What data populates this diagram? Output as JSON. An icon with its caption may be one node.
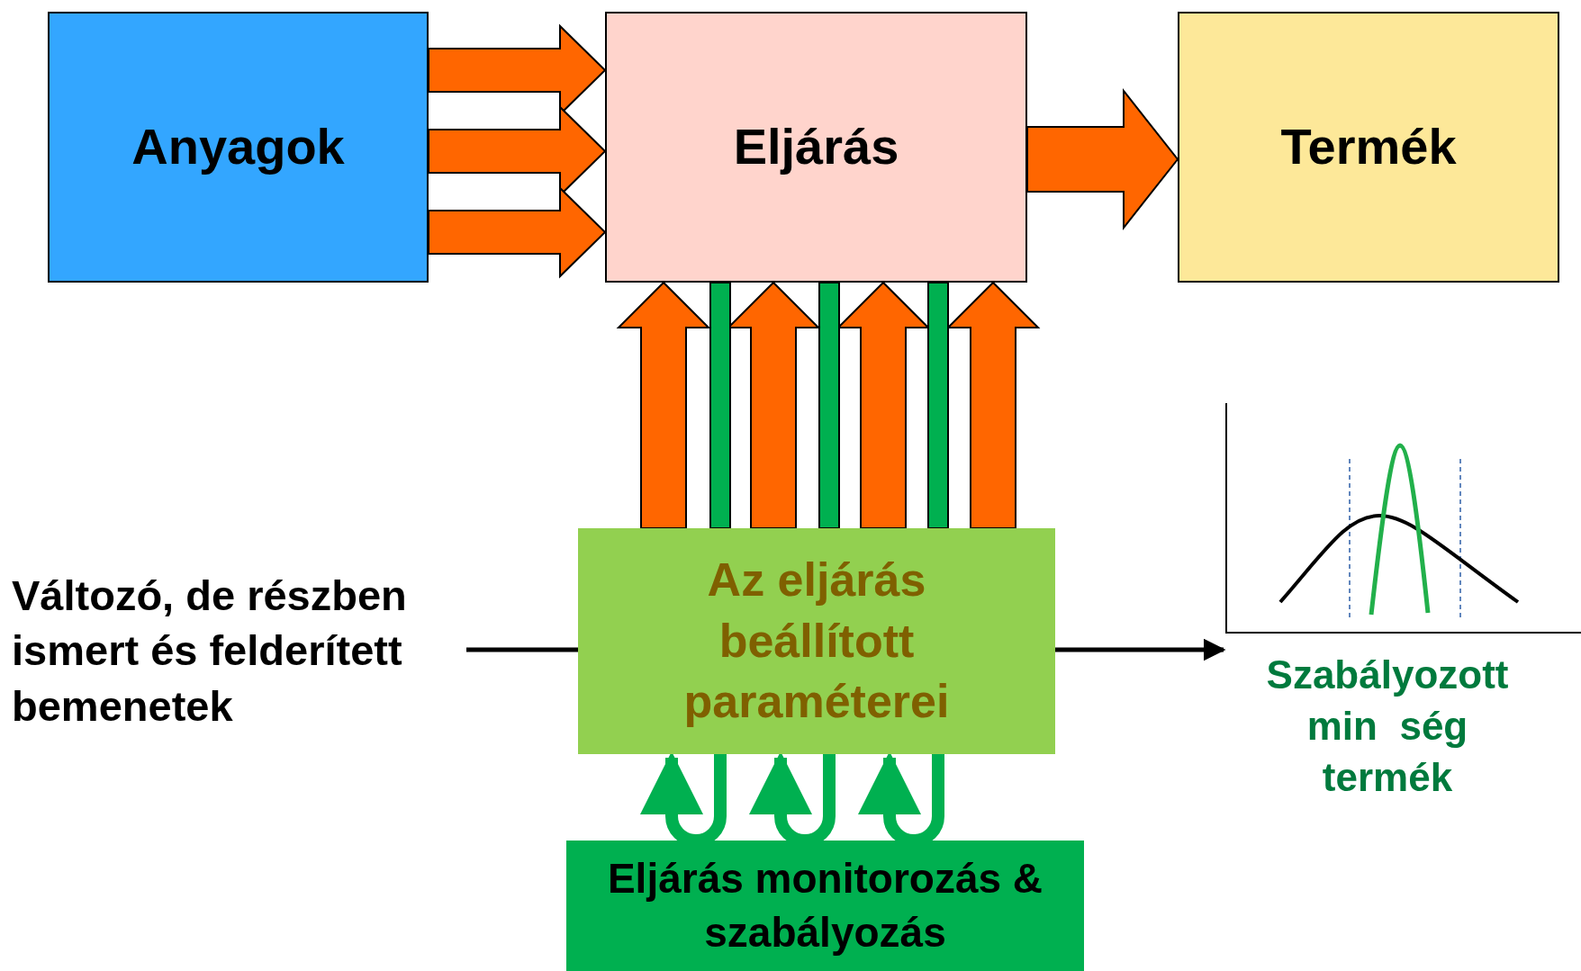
{
  "diagram": {
    "nodes": [
      {
        "text": [
          "Anyagok"
        ]
      },
      {
        "text": [
          "Eljárás"
        ]
      },
      {
        "text": [
          "Termék"
        ]
      },
      {
        "text": [
          "Az eljárás beállított paraméterei"
        ]
      },
      {
        "text": [
          "Eljárás monitorozás & szabályozás"
        ]
      },
      {
        "text": [
          "Változó, de részben ismert és felderített bemenetek"
        ]
      },
      {
        "text": [],
        "shape": "picture",
        "beside": [
          "Szabályozott min  ség termék"
        ]
      }
    ],
    "edges": [
      {
        "from": 0,
        "to": 1,
        "arrow": "to",
        "style": "thick"
      },
      {
        "from": 0,
        "to": 1,
        "arrow": "to",
        "style": "thick"
      },
      {
        "from": 0,
        "to": 1,
        "arrow": "to",
        "style": "thick"
      },
      {
        "from": 1,
        "to": 2,
        "arrow": "to",
        "style": "thick"
      },
      {
        "from": 3,
        "to": 1,
        "arrow": "to",
        "style": "thick"
      },
      {
        "from": 3,
        "to": 1,
        "arrow": "to",
        "style": "thick"
      },
      {
        "from": 3,
        "to": 1,
        "arrow": "to",
        "style": "thick"
      },
      {
        "from": 3,
        "to": 1,
        "arrow": "to",
        "style": "thick"
      },
      {
        "from": 3,
        "to": 1,
        "arrow": "none",
        "style": "thick",
        "color": "#00b050"
      },
      {
        "from": 3,
        "to": 1,
        "arrow": "none",
        "style": "thick",
        "color": "#00b050"
      },
      {
        "from": 3,
        "to": 1,
        "arrow": "none",
        "style": "thick",
        "color": "#00b050"
      },
      {
        "from": 3,
        "to": 3,
        "arrow": "to",
        "color": "#00b050"
      },
      {
        "from": 3,
        "to": 3,
        "arrow": "to",
        "color": "#00b050"
      },
      {
        "from": 3,
        "to": 3,
        "arrow": "to",
        "color": "#00b050"
      },
      {
        "from": 5,
        "to": 3,
        "arrow": "none",
        "color": "#000000"
      },
      {
        "from": 3,
        "to": 6,
        "arrow": "to",
        "color": "#000000"
      }
    ]
  }
}
